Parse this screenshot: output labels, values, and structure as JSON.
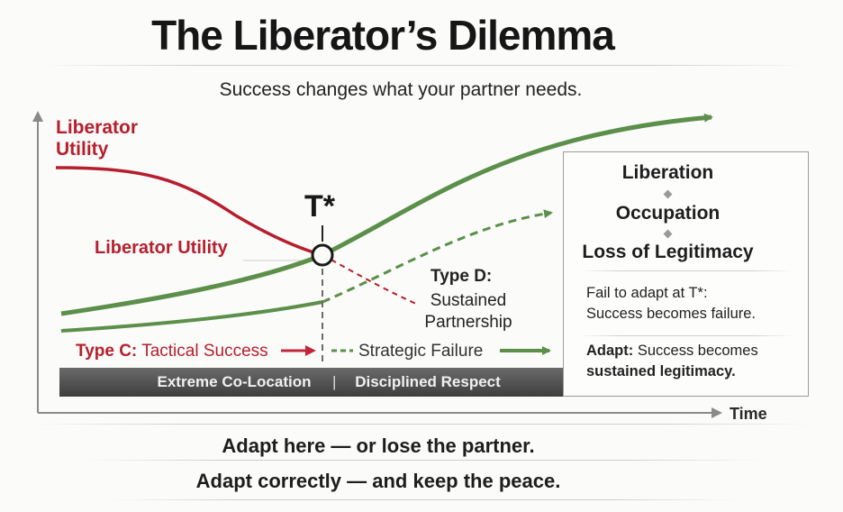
{
  "title": "The Liberator’s Dilemma",
  "subtitle": "Success changes what your partner needs.",
  "labels": {
    "y_axis_line1": "Liberator",
    "y_axis_line2": "Utility",
    "curve_label": "Liberator Utility",
    "tstar": "T*",
    "type_d_title": "Type D:",
    "type_d_line1": "Sustained",
    "type_d_line2": "Partnership",
    "type_c_bold": "Type C:",
    "type_c_rest": " Tactical Success",
    "strategic_failure": "Strategic Failure",
    "band_left": "Extreme Co-Location",
    "band_sep": "|",
    "band_right": "Disciplined Respect",
    "x_axis": "Time"
  },
  "panel": {
    "stages": [
      "Liberation",
      "Occupation",
      "Loss of Legitimacy"
    ],
    "fail_line1": "Fail to adapt at T*:",
    "fail_line2": "Success becomes failure.",
    "adapt_bold": "Adapt:",
    "adapt_rest": " Success becomes",
    "adapt_line2": "sustained legitimacy."
  },
  "bottom": {
    "line1": "Adapt here — or lose the partner.",
    "line2": "Adapt correctly — and keep the peace."
  },
  "colors": {
    "red": "#b51f2e",
    "green": "#5b8f4a",
    "axis": "#8a8a8a",
    "band": "#4a4a4a"
  }
}
